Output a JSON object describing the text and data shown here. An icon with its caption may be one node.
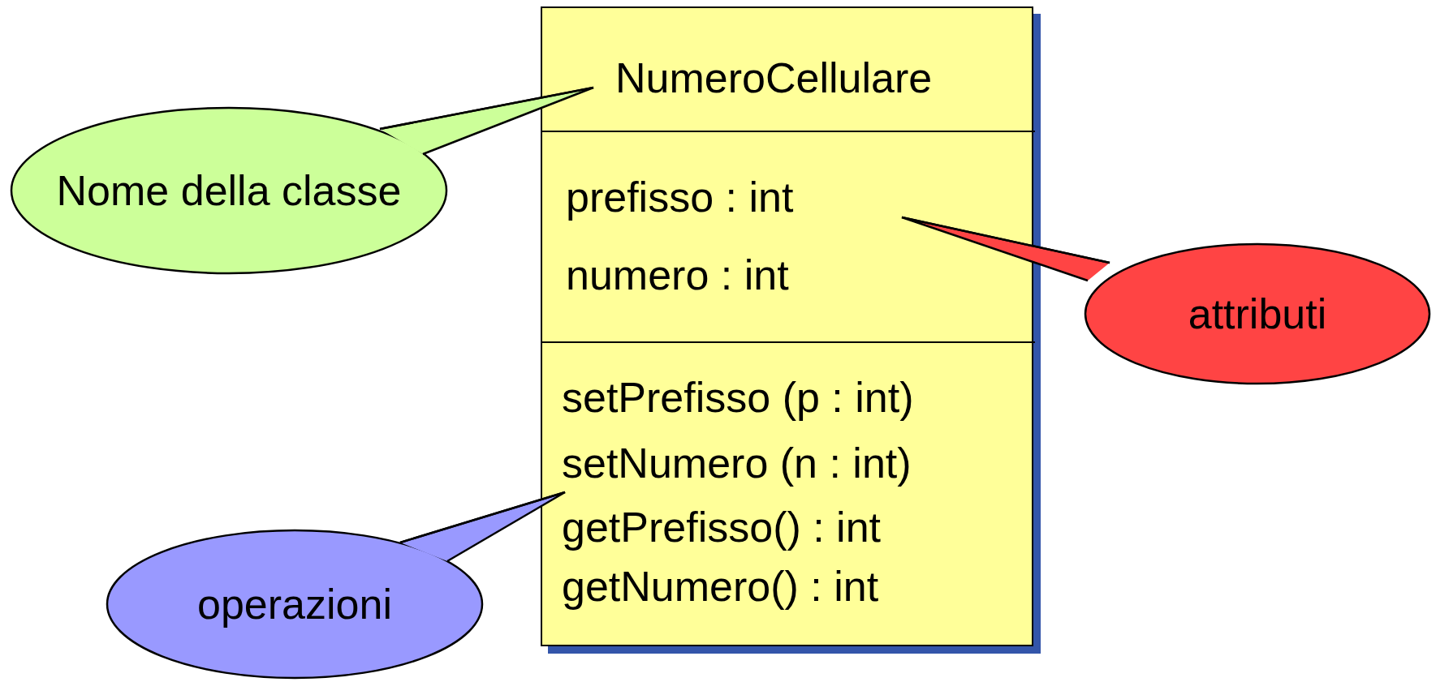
{
  "diagram": {
    "nodes": [
      {
        "text": [],
        "shape": "box"
      },
      {
        "text": [
          "NumeroCellulare"
        ],
        "in": 0
      },
      {
        "text": [
          "prefisso : int",
          "numero : int"
        ],
        "in": 0
      },
      {
        "text": [
          "setPrefisso (p : int)",
          "setNumero (n : int)",
          "getPrefisso() : int",
          "getNumero() : int"
        ],
        "in": 0
      },
      {
        "text": [
          "Nome della classe"
        ]
      },
      {
        "text": [
          "attributi"
        ]
      },
      {
        "text": [
          "operazioni"
        ]
      }
    ],
    "edges": [
      {
        "from": 4,
        "to": 1,
        "arrow": "none"
      },
      {
        "from": 5,
        "to": 2,
        "arrow": "none"
      },
      {
        "from": 6,
        "to": 3,
        "arrow": "none"
      }
    ]
  }
}
